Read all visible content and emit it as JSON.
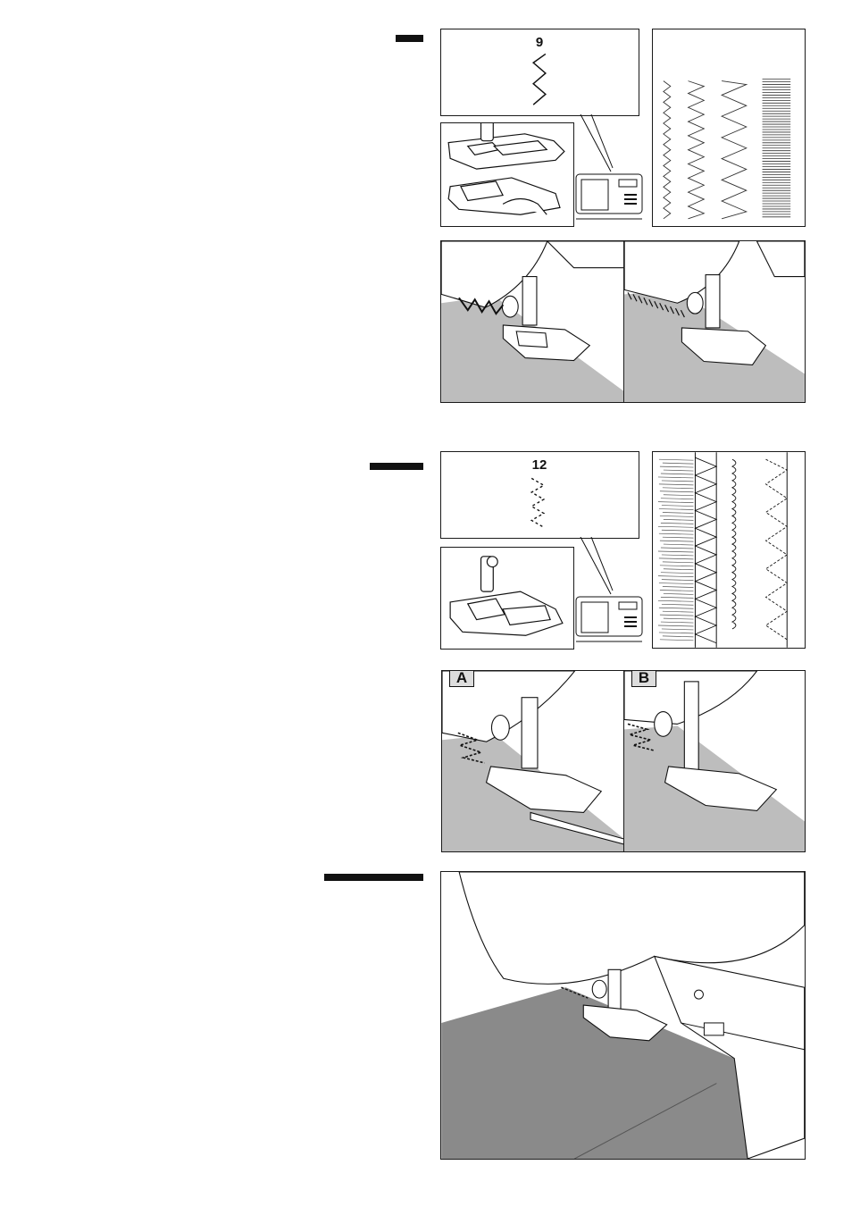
{
  "section1": {
    "stitch_number": "9"
  },
  "section2": {
    "stitch_number": "12",
    "view_a": "A",
    "view_b": "B"
  }
}
